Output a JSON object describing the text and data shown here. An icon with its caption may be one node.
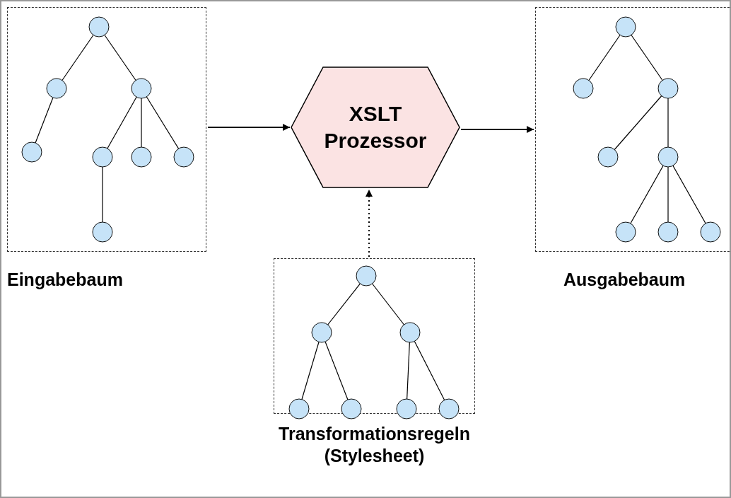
{
  "diagram": {
    "nodes": [
      {
        "text": [
          "Eingabebaum"
        ]
      },
      {
        "text": [
          "XSLT Prozessor"
        ]
      },
      {
        "text": [
          "Ausgabebaum"
        ]
      },
      {
        "text": [
          "Transformationsregeln (Stylesheet)"
        ]
      }
    ],
    "edges": [
      {
        "from": 0,
        "to": 1,
        "arrow": "to"
      },
      {
        "from": 1,
        "to": 2,
        "arrow": "to"
      },
      {
        "from": 3,
        "to": 1,
        "arrow": "to",
        "style": "dashed"
      }
    ]
  }
}
